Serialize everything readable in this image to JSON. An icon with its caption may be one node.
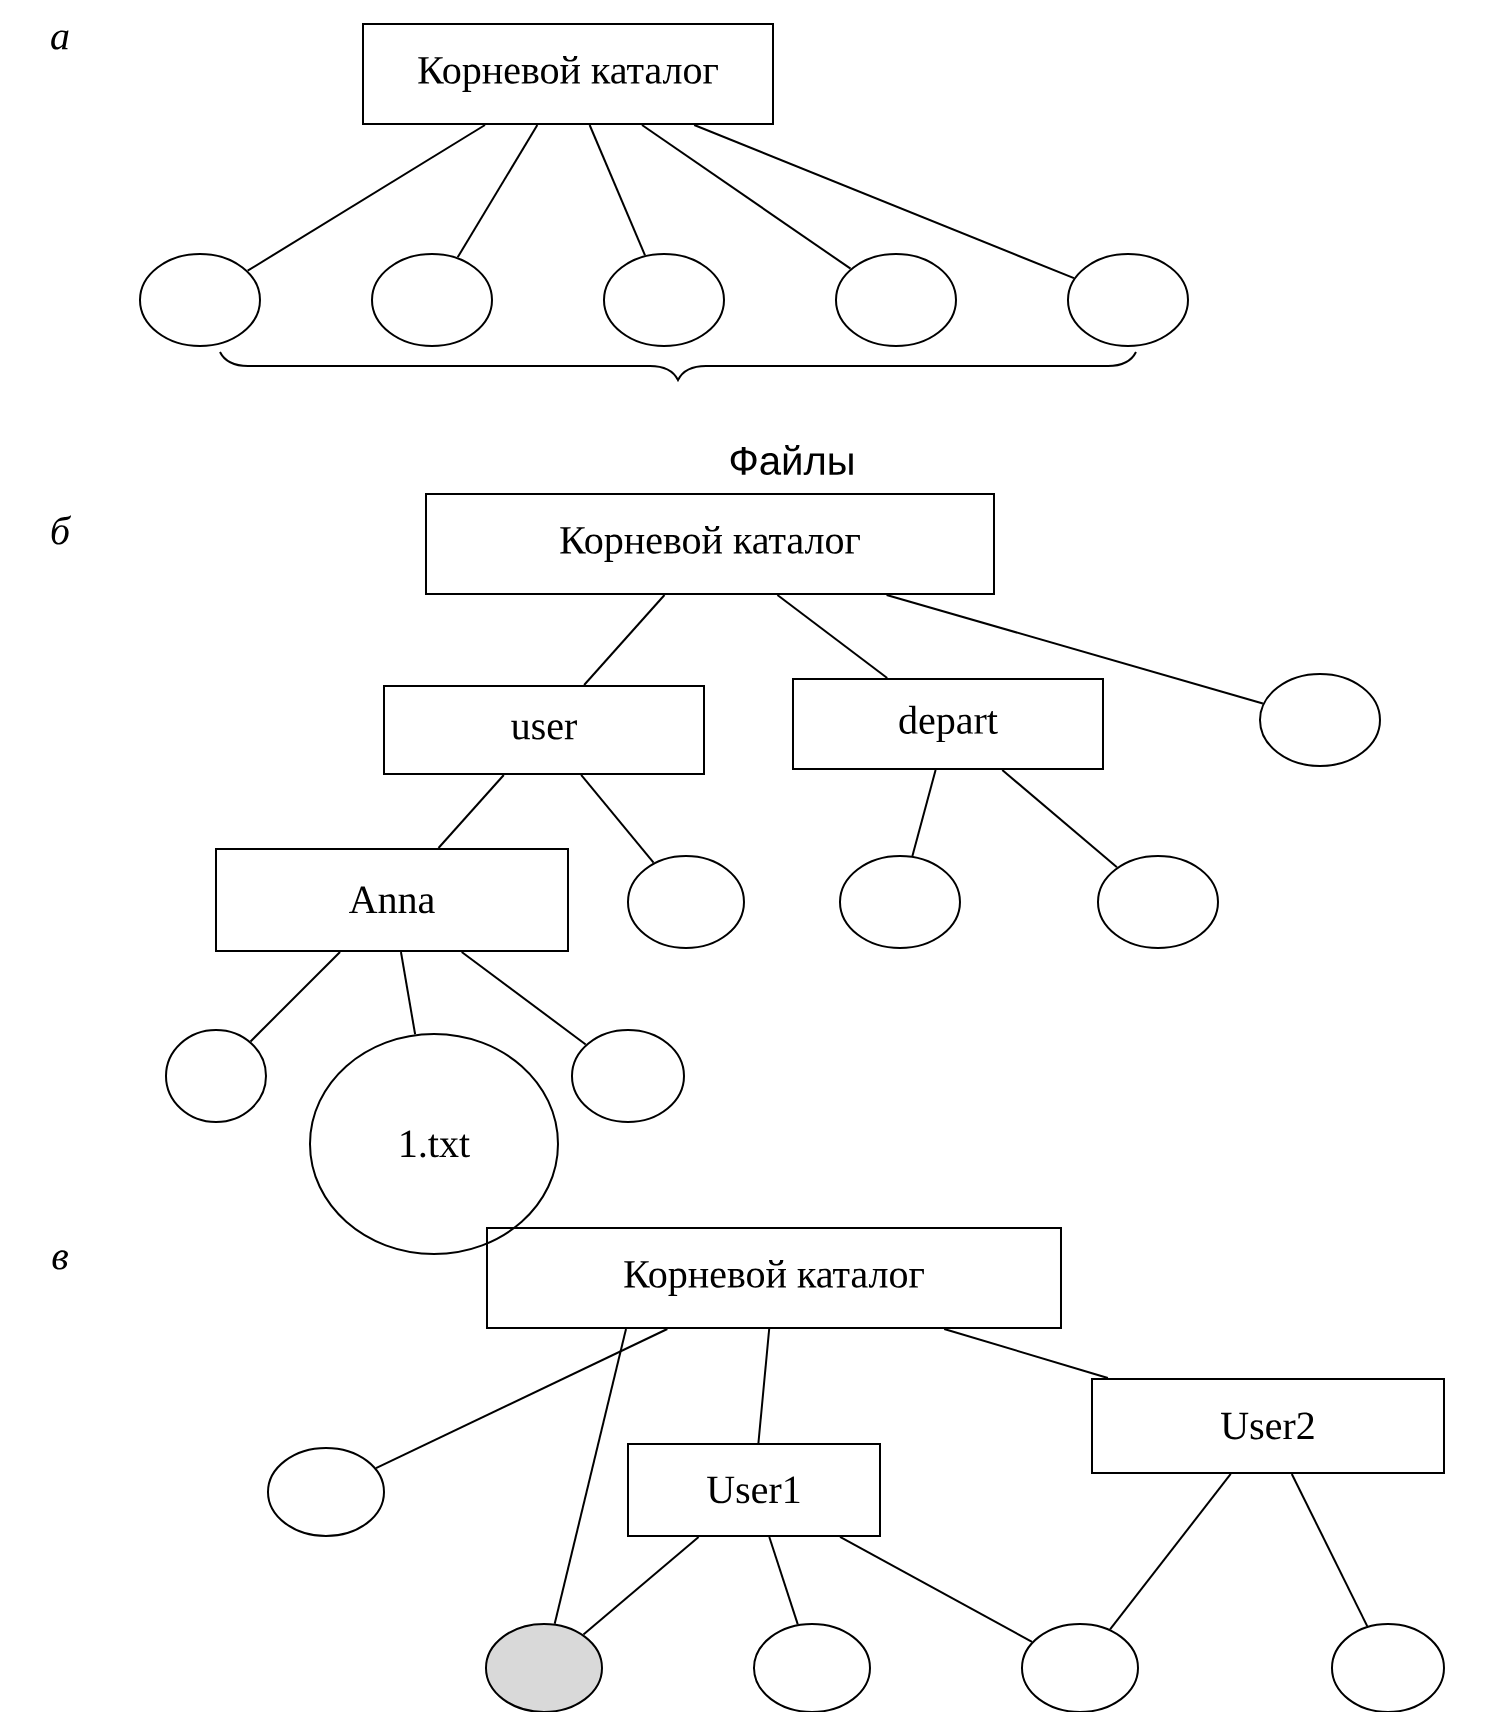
{
  "diagram": {
    "nodes": [
      {
        "text": [
          "Корневой каталог"
        ]
      },
      {
        "text": [],
        "shape": "ellipse"
      },
      {
        "text": [],
        "shape": "ellipse"
      },
      {
        "text": [],
        "shape": "ellipse"
      },
      {
        "text": [],
        "shape": "ellipse"
      },
      {
        "text": [],
        "shape": "ellipse"
      },
      {
        "text": [
          "Корневой каталог"
        ]
      },
      {
        "text": [
          "user"
        ]
      },
      {
        "text": [
          "depart"
        ]
      },
      {
        "text": [],
        "shape": "ellipse"
      },
      {
        "text": [
          "Anna"
        ]
      },
      {
        "text": [],
        "shape": "ellipse"
      },
      {
        "text": [],
        "shape": "ellipse"
      },
      {
        "text": [],
        "shape": "ellipse"
      },
      {
        "text": [],
        "shape": "ellipse"
      },
      {
        "text": [
          "1.txt"
        ]
      },
      {
        "text": [],
        "shape": "ellipse"
      },
      {
        "text": [
          "Корневой каталог"
        ]
      },
      {
        "text": [],
        "shape": "ellipse"
      },
      {
        "text": [
          "User1"
        ]
      },
      {
        "text": [
          "User2"
        ]
      },
      {
        "text": [],
        "shape": "ellipse"
      },
      {
        "text": [],
        "shape": "ellipse"
      },
      {
        "text": [],
        "shape": "ellipse"
      },
      {
        "text": [],
        "shape": "ellipse"
      }
    ],
    "edges": [
      {
        "from": 0,
        "to": 1,
        "arrow": "none"
      },
      {
        "from": 0,
        "to": 2,
        "arrow": "none"
      },
      {
        "from": 0,
        "to": 3,
        "arrow": "none"
      },
      {
        "from": 0,
        "to": 4,
        "arrow": "none"
      },
      {
        "from": 0,
        "to": 5,
        "arrow": "none"
      },
      {
        "from": 6,
        "to": 7,
        "arrow": "none"
      },
      {
        "from": 6,
        "to": 8,
        "arrow": "none"
      },
      {
        "from": 6,
        "to": 9,
        "arrow": "none"
      },
      {
        "from": 7,
        "to": 10,
        "arrow": "none"
      },
      {
        "from": 7,
        "to": 11,
        "arrow": "none"
      },
      {
        "from": 8,
        "to": 12,
        "arrow": "none"
      },
      {
        "from": 8,
        "to": 13,
        "arrow": "none"
      },
      {
        "from": 10,
        "to": 14,
        "arrow": "none"
      },
      {
        "from": 10,
        "to": 15,
        "arrow": "none"
      },
      {
        "from": 10,
        "to": 16,
        "arrow": "none"
      },
      {
        "from": 17,
        "to": 18,
        "arrow": "none"
      },
      {
        "from": 17,
        "to": 21,
        "arrow": "none"
      },
      {
        "from": 17,
        "to": 19,
        "arrow": "none"
      },
      {
        "from": 17,
        "to": 20,
        "arrow": "none"
      },
      {
        "from": 19,
        "to": 21,
        "arrow": "none"
      },
      {
        "from": 19,
        "to": 22,
        "arrow": "none"
      },
      {
        "from": 19,
        "to": 23,
        "arrow": "none"
      },
      {
        "from": 20,
        "to": 23,
        "arrow": "none"
      },
      {
        "from": 20,
        "to": 24,
        "arrow": "none"
      }
    ],
    "labels": [
      "а",
      "Файлы",
      "б",
      "в"
    ]
  }
}
